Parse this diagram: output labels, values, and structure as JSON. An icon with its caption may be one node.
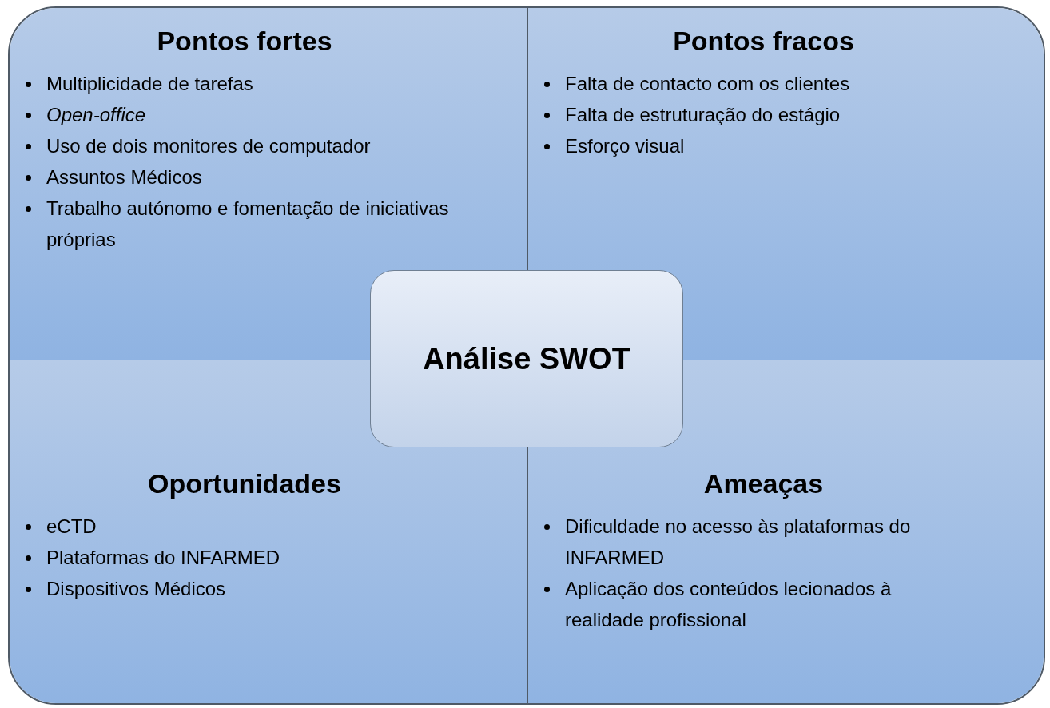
{
  "diagram": {
    "nodes": [
      {
        "text": [
          "Pontos fortes",
          "Multiplicidade de tarefas",
          "Open-office",
          "Uso de dois monitores de computador",
          "Assuntos Médicos",
          "Trabalho autónomo e fomentação de iniciativas próprias"
        ]
      },
      {
        "text": [
          "Pontos fracos",
          "Falta de contacto com os clientes",
          "Falta de estruturação do estágio",
          "Esforço visual"
        ]
      },
      {
        "text": [
          "Oportunidades",
          "eCTD",
          "Plataformas do INFARMED",
          "Dispositivos Médicos"
        ]
      },
      {
        "text": [
          "Ameaças",
          "Dificuldade no acesso às plataformas do INFARMED",
          "Aplicação dos conteúdos lecionados à realidade profissional"
        ]
      },
      {
        "text": [
          "Análise SWOT"
        ]
      }
    ]
  }
}
